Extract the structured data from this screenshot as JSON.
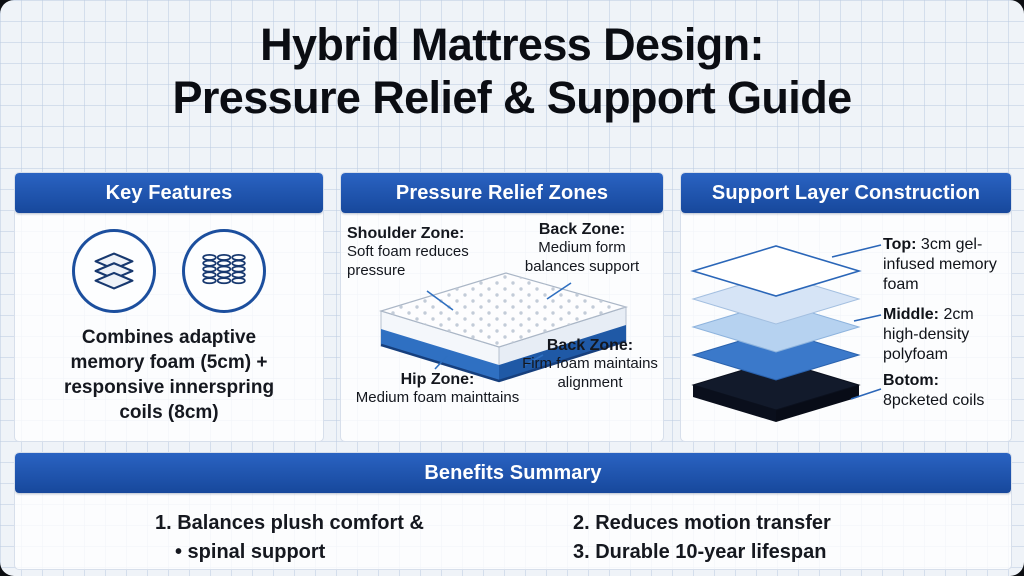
{
  "title": {
    "line1": "Hybrid Mattress Design:",
    "line2": "Pressure Relief & Support Guide"
  },
  "key_features": {
    "header": "Key Features",
    "icons": [
      "foam-layers-icon",
      "coil-springs-icon"
    ],
    "description": "Combines adaptive memory foam (5cm) + responsive innerspring coils (8cm)"
  },
  "pressure_zones": {
    "header": "Pressure Relief Zones",
    "labels": [
      {
        "title": "Shoulder Zone:",
        "text": "Soft foam reduces pressure"
      },
      {
        "title": "Back Zone:",
        "text": "Medium form balances support"
      },
      {
        "title": "Hip Zone:",
        "text": "Medium foam mainttains"
      },
      {
        "title": "Back Zone:",
        "text": "Firm foam maintains alignment"
      }
    ]
  },
  "support_layers": {
    "header": "Support Layer Construction",
    "labels": [
      {
        "title": "Top:",
        "text": "3cm gel-infused memory foam"
      },
      {
        "title": "Middle:",
        "text": "2cm high-density polyfoam"
      },
      {
        "title": "Botom:",
        "text": "8pcketed coils"
      }
    ],
    "layer_fills": [
      "#ffffff",
      "#d6e4f6",
      "#b6d2f0",
      "#3b79ca",
      "#121a2b"
    ]
  },
  "benefits": {
    "header": "Benefits Summary",
    "left": [
      "1. Balances plush comfort &",
      "• spinal support"
    ],
    "right": [
      "2. Reduces motion transfer",
      "3. Durable 10-year lifespan"
    ]
  },
  "colors": {
    "header_bar": "#1d55b4",
    "accent_blue": "#2e6fc0",
    "mattress_band": "#2f70c2",
    "background": "#eff3f8"
  }
}
